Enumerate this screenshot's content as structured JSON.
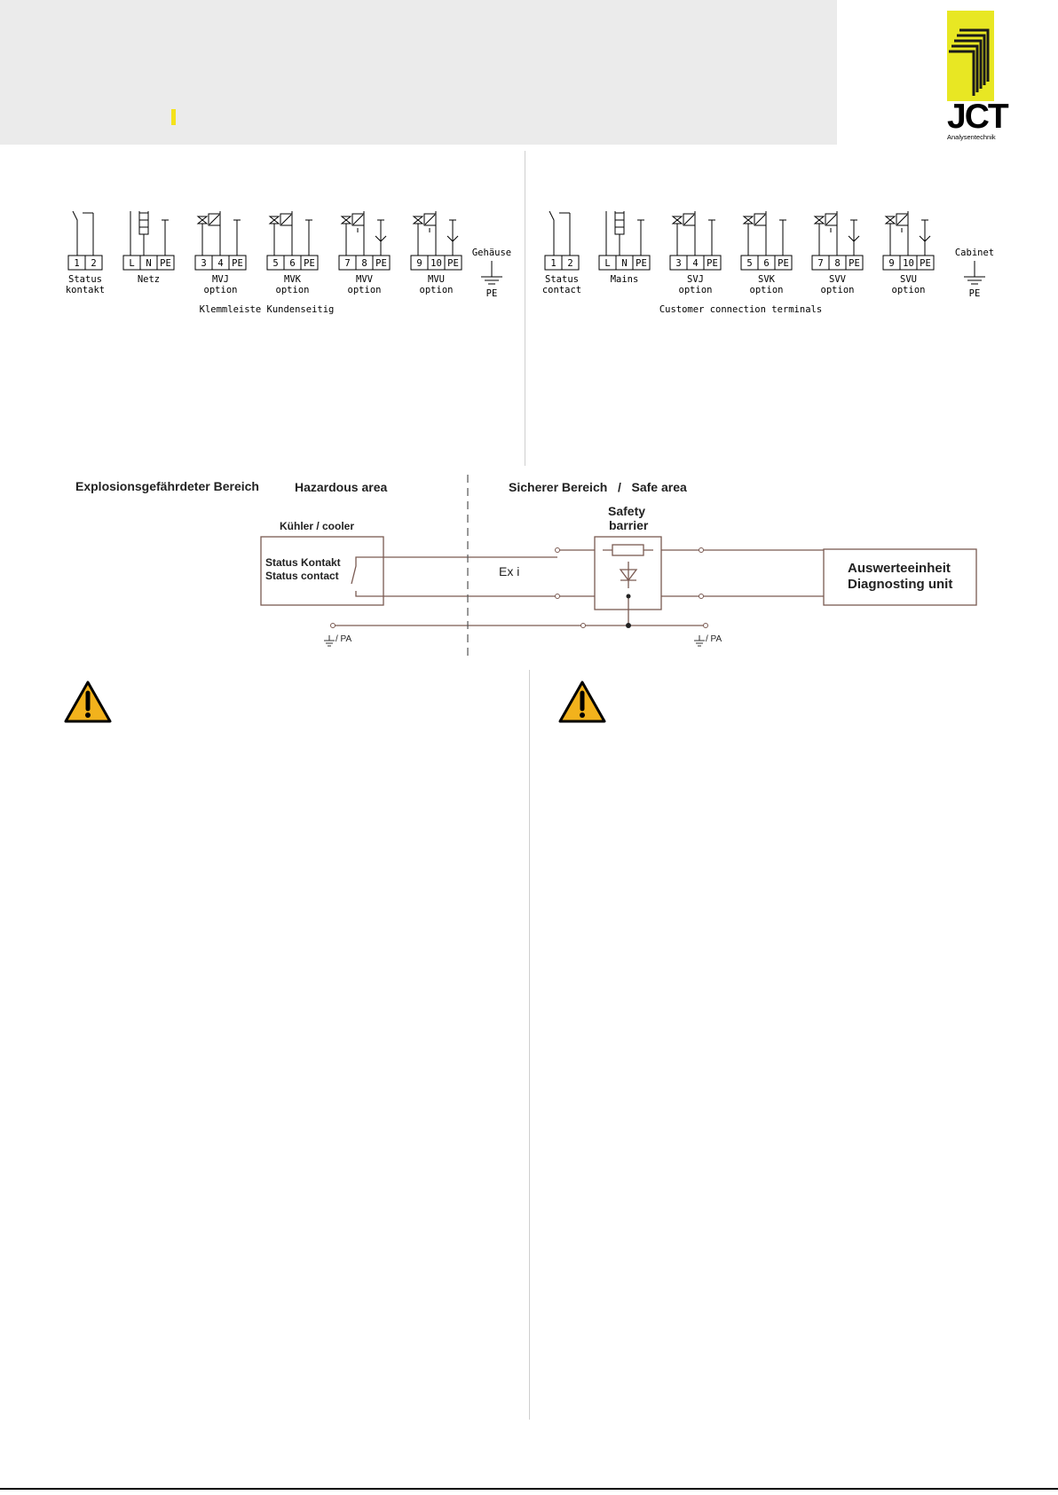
{
  "brand": {
    "name": "JCT",
    "subtitle": "Analysentechnik",
    "accent": "#e8e723"
  },
  "terminals_de": {
    "caption": "Klemmleiste Kundenseitig",
    "cabinet": "Gehäuse",
    "pe": "PE",
    "blocks": [
      {
        "label1": "Status",
        "label2": "kontakt",
        "pins": [
          "1",
          "2"
        ]
      },
      {
        "label1": "Netz",
        "label2": "",
        "pins": [
          "L",
          "N",
          "PE"
        ]
      },
      {
        "label1": "MVJ",
        "label2": "option",
        "pins": [
          "3",
          "4",
          "PE"
        ]
      },
      {
        "label1": "MVK",
        "label2": "option",
        "pins": [
          "5",
          "6",
          "PE"
        ]
      },
      {
        "label1": "MVV",
        "label2": "option",
        "pins": [
          "7",
          "8",
          "PE"
        ]
      },
      {
        "label1": "MVU",
        "label2": "option",
        "pins": [
          "9",
          "10",
          "PE"
        ]
      }
    ]
  },
  "terminals_en": {
    "caption": "Customer connection terminals",
    "cabinet": "Cabinet",
    "pe": "PE",
    "blocks": [
      {
        "label1": "Status",
        "label2": "contact",
        "pins": [
          "1",
          "2"
        ]
      },
      {
        "label1": "Mains",
        "label2": "",
        "pins": [
          "L",
          "N",
          "PE"
        ]
      },
      {
        "label1": "SVJ",
        "label2": "option",
        "pins": [
          "3",
          "4",
          "PE"
        ]
      },
      {
        "label1": "SVK",
        "label2": "option",
        "pins": [
          "5",
          "6",
          "PE"
        ]
      },
      {
        "label1": "SVV",
        "label2": "option",
        "pins": [
          "7",
          "8",
          "PE"
        ]
      },
      {
        "label1": "SVU",
        "label2": "option",
        "pins": [
          "9",
          "10",
          "PE"
        ]
      }
    ]
  },
  "schematic": {
    "hazard_de": "Explosionsgefährdeter Bereich",
    "hazard_en": "Hazardous area",
    "safe_label": "Sicherer Bereich   /   Safe area",
    "cooler": "Kühler / cooler",
    "status_de": "Status Kontakt",
    "status_en": "Status contact",
    "exi": "Ex i",
    "barrier1": "Safety",
    "barrier2": "barrier",
    "unit1": "Auswerteeinheit",
    "unit2": "Diagnosting unit",
    "pa_left": "/ PA",
    "pa_right": "/ PA"
  },
  "warnings": [
    {
      "icon": "warning-triangle-icon",
      "color": "#f2b21c"
    },
    {
      "icon": "warning-triangle-icon",
      "color": "#f2b21c"
    }
  ]
}
